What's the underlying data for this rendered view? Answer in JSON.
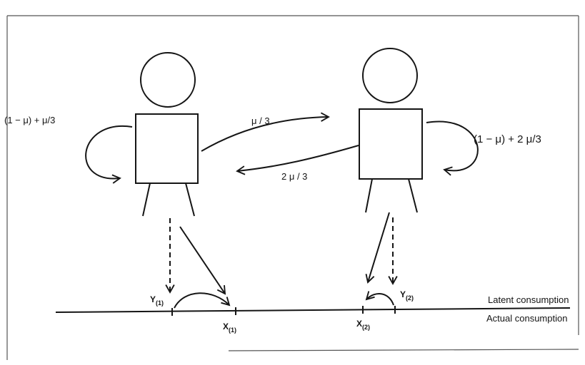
{
  "figure": {
    "left_self_loop_label": "(1 − μ) + μ/3",
    "right_self_loop_label": "(1 − μ) + 2 μ/3",
    "arrow_left_to_right_label": "μ / 3",
    "arrow_right_to_left_label": "2 μ / 3",
    "line_labels": {
      "latent": "Latent consumption",
      "actual": "Actual consumption"
    },
    "points": {
      "y1": {
        "main": "Y",
        "sub": "(1)"
      },
      "x1": {
        "main": "X",
        "sub": "(1)"
      },
      "x2": {
        "main": "X",
        "sub": "(2)"
      },
      "y2": {
        "main": "Y",
        "sub": "(2)"
      }
    }
  }
}
